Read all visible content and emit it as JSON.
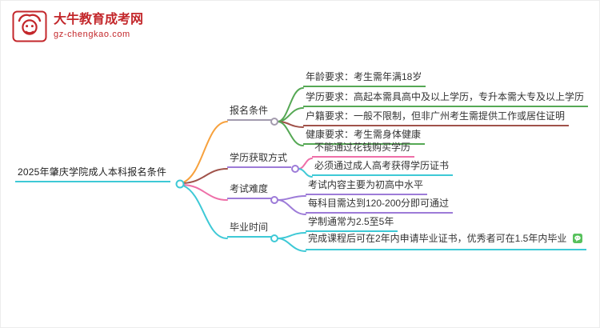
{
  "site": {
    "name": "大牛教育成考网",
    "domain": "gz-chengkao.com",
    "brand_color": "#c3272b"
  },
  "icons": {
    "logo": "bull-icon",
    "leaf_badge": "wechat-icon"
  },
  "mindmap": {
    "root": {
      "label": "2025年肇庆学院成人本科报名条件",
      "color": "#3ec9d6"
    },
    "branches": [
      {
        "label": "报名条件",
        "line_color": "#f7a13d",
        "node_color": "#a39bae",
        "children": [
          {
            "label": "年龄要求：考生需年满18岁",
            "color": "#55a854"
          },
          {
            "label": "学历要求：高起本需具高中及以上学历，专升本需大专及以上学历",
            "color": "#55a854"
          },
          {
            "label": "户籍要求：一般不限制，但非广州考生需提供工作或居住证明",
            "color": "#a0524a"
          },
          {
            "label": "健康要求：考生需身体健康",
            "color": "#55a854"
          }
        ]
      },
      {
        "label": "学历获取方式",
        "line_color": "#a0524a",
        "node_color": "#9d7bd8",
        "children": [
          {
            "label": "不能通过花钱购买学历",
            "color": "#ee6fa8"
          },
          {
            "label": "必须通过成人高考获得学历证书",
            "color": "#3ec9d6"
          }
        ]
      },
      {
        "label": "考试难度",
        "line_color": "#ee6fa8",
        "node_color": "#9d7bd8",
        "children": [
          {
            "label": "考试内容主要为初高中水平",
            "color": "#9d7bd8"
          },
          {
            "label": "每科目需达到120-200分即可通过",
            "color": "#9d7bd8"
          }
        ]
      },
      {
        "label": "毕业时间",
        "line_color": "#3ec9d6",
        "node_color": "#3ec9d6",
        "children": [
          {
            "label": "学制通常为2.5至5年",
            "color": "#3ec9d6"
          },
          {
            "label": "完成课程后可在2年内申请毕业证书，优秀者可在1.5年内毕业",
            "color": "#3ec9d6"
          }
        ]
      }
    ]
  }
}
